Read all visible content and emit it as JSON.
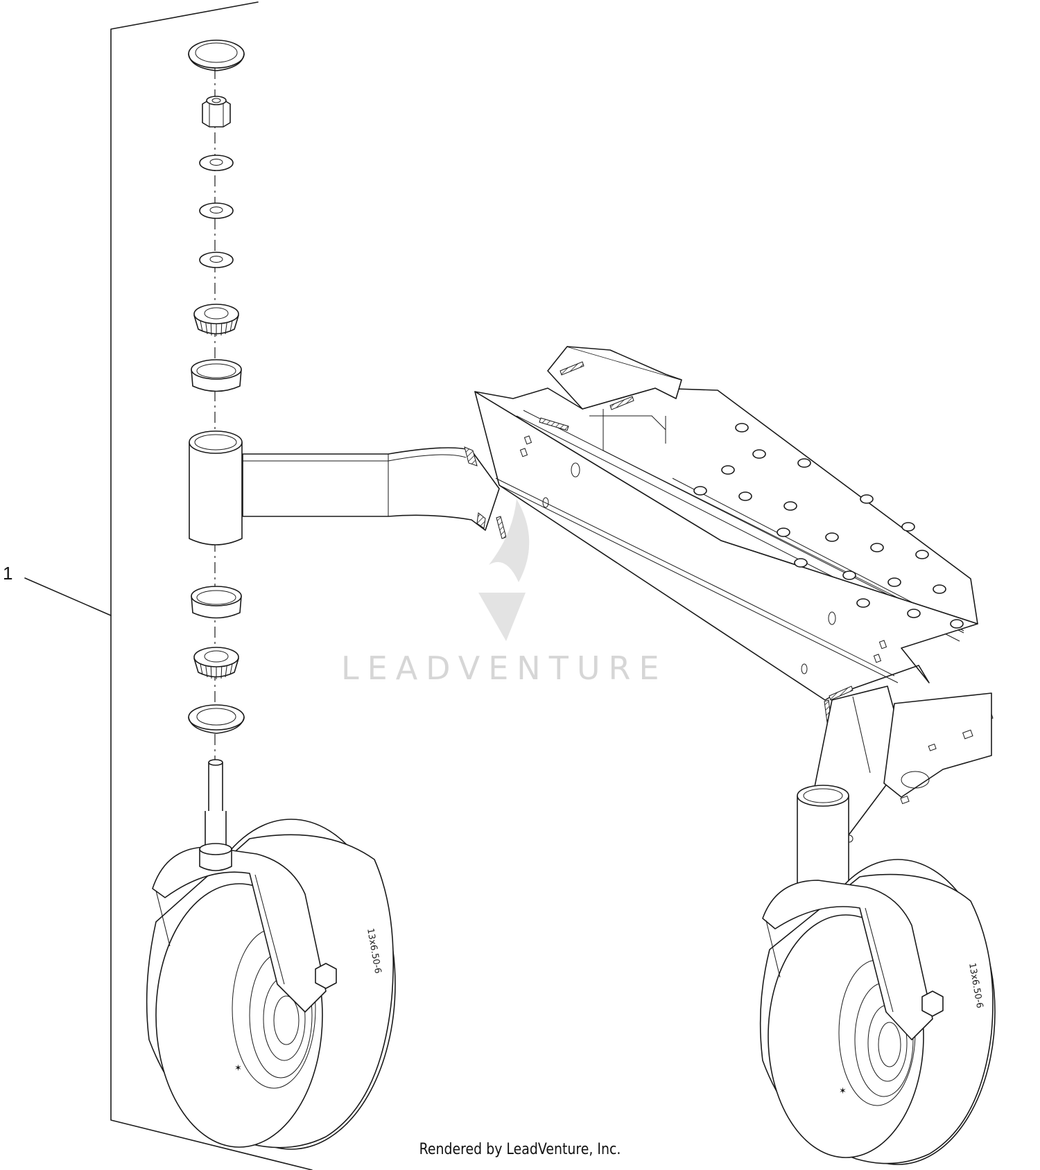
{
  "callouts": [
    {
      "label": "1"
    }
  ],
  "watermark": {
    "brand": "LEADVENTURE"
  },
  "footer": {
    "text": "Rendered by LeadVenture, Inc."
  },
  "tire_marking": {
    "size": "13x6.50-6"
  }
}
